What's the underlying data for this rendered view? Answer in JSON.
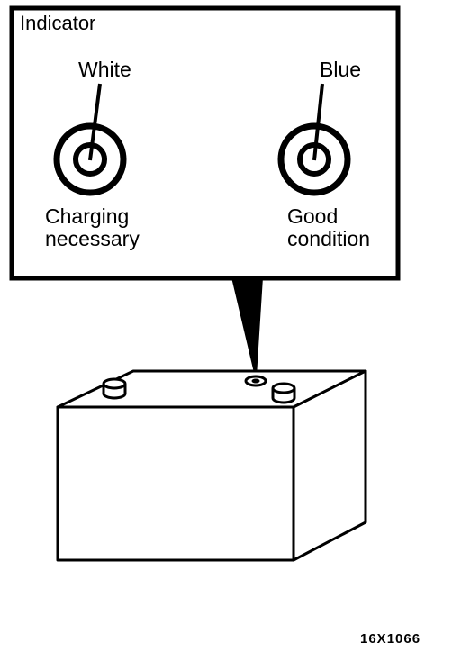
{
  "indicator_box": {
    "title": "Indicator",
    "white": {
      "color_label": "White",
      "status_line1": "Charging",
      "status_line2": "necessary"
    },
    "blue": {
      "color_label": "Blue",
      "status_line1": "Good",
      "status_line2": "condition"
    }
  },
  "figure_ref": "16X1066",
  "colors": {
    "ink": "#000000",
    "paper": "#ffffff"
  }
}
